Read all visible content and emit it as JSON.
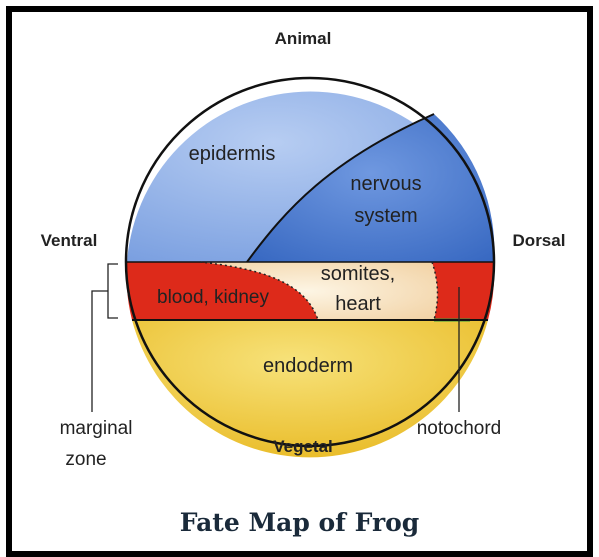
{
  "diagram": {
    "title": "Fate Map of Frog",
    "orientation": {
      "animal": "Animal",
      "vegetal": "Vegetal",
      "ventral": "Ventral",
      "dorsal": "Dorsal"
    },
    "regions": {
      "epidermis": "epidermis",
      "nervous_line1": "nervous",
      "nervous_line2": "system",
      "blood_kidney": "blood, kidney",
      "somites_line1": "somites,",
      "somites_line2": "heart",
      "endoderm": "endoderm"
    },
    "callouts": {
      "marginal_line1": "marginal",
      "marginal_line2": "zone",
      "notochord": "notochord"
    },
    "colors": {
      "epidermis": "#8fb0e6",
      "nervous_system": "#4a7cd0",
      "mesoderm_red": "#dd2a1a",
      "somites": "#f8e6c4",
      "endoderm": "#f2d23a",
      "notochord": "#2e9a3a"
    }
  }
}
